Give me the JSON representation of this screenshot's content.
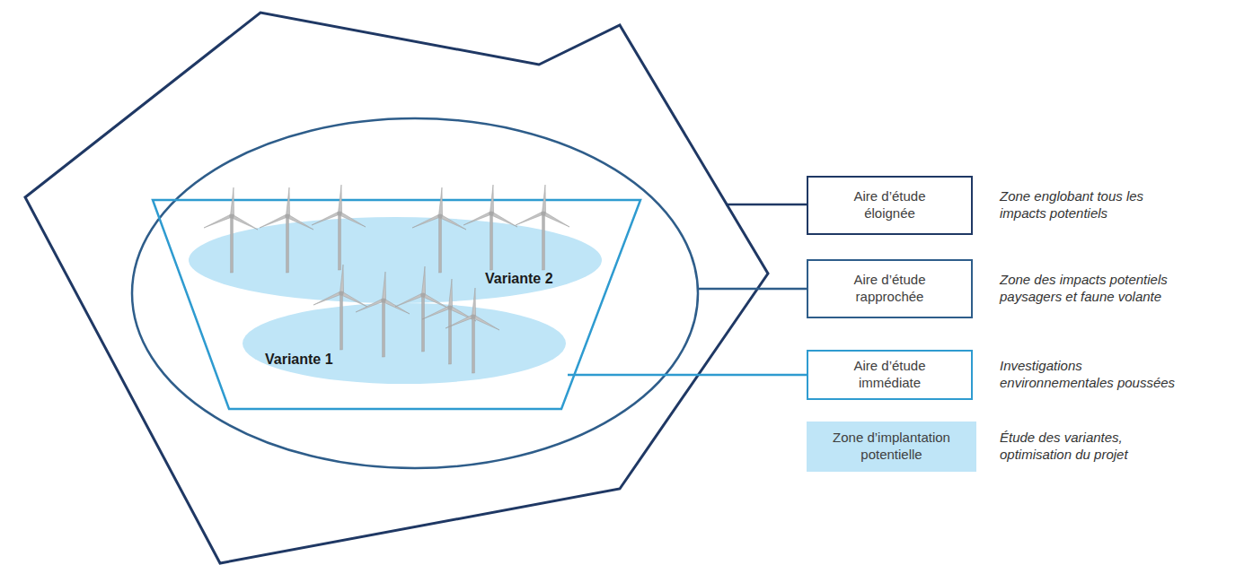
{
  "diagram": {
    "nodes": [
      {
        "text": [
          "Variante 2"
        ]
      },
      {
        "text": [
          "Variante 1"
        ]
      },
      {
        "text": [
          "Aire d’étude éloignée"
        ]
      },
      {
        "text": [
          "Aire d’étude rapprochée"
        ]
      },
      {
        "text": [
          "Aire d’étude immédiate"
        ]
      },
      {
        "text": [
          "Zone d’implantation potentielle"
        ]
      }
    ],
    "labels": [
      "Zone englobant tous les impacts potentiels",
      "Zone des impacts potentiels paysagers et faune volante",
      "Investigations environnementales poussées",
      "Étude des variantes, optimisation du projet"
    ]
  }
}
